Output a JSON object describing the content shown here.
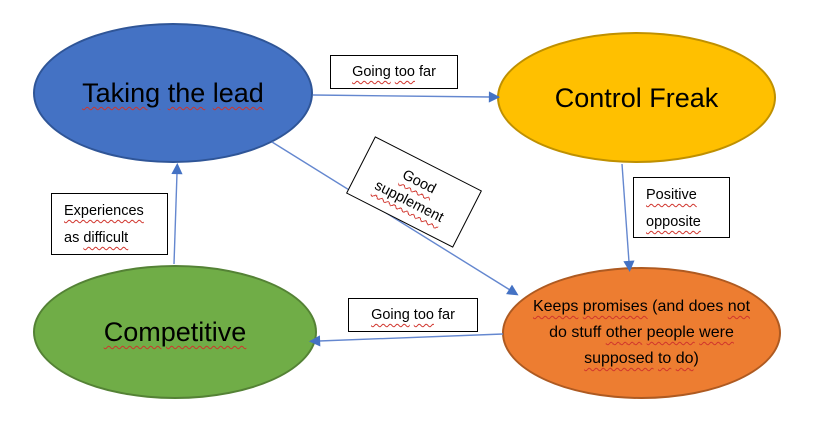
{
  "diagram": {
    "type": "concept-map",
    "background": "#ffffff",
    "nodes": [
      {
        "id": "taking-the-lead",
        "label": "Taking the lead",
        "shape": "ellipse",
        "color_role": "blue",
        "segments": [
          {
            "t": "Taking",
            "sq": true
          },
          {
            "t": " ",
            "sq": false
          },
          {
            "t": "the",
            "sq": true
          },
          {
            "t": " ",
            "sq": false
          },
          {
            "t": "lead",
            "sq": true
          }
        ]
      },
      {
        "id": "control-freak",
        "label": "Control Freak",
        "shape": "ellipse",
        "color_role": "yellow",
        "segments": [
          {
            "t": "Control Freak",
            "sq": false
          }
        ]
      },
      {
        "id": "competitive",
        "label": "Competitive",
        "shape": "ellipse",
        "color_role": "green",
        "segments": [
          {
            "t": "Competitive",
            "sq": true
          }
        ]
      },
      {
        "id": "keeps-promises",
        "label": "Keeps promises (and does not do stuff other people were supposed to do)",
        "shape": "ellipse",
        "color_role": "orange",
        "line1": [
          {
            "t": "Keeps",
            "sq": true
          },
          {
            "t": " ",
            "sq": false
          },
          {
            "t": "promises",
            "sq": true
          },
          {
            "t": " (and does ",
            "sq": false
          },
          {
            "t": "not",
            "sq": true
          }
        ],
        "line2": [
          {
            "t": "do stuff ",
            "sq": false
          },
          {
            "t": "other",
            "sq": true
          },
          {
            "t": " ",
            "sq": false
          },
          {
            "t": "people",
            "sq": true
          },
          {
            "t": " ",
            "sq": false
          },
          {
            "t": "were",
            "sq": true
          }
        ],
        "line3": [
          {
            "t": "supposed",
            "sq": true
          },
          {
            "t": " ",
            "sq": false
          },
          {
            "t": "to",
            "sq": true
          },
          {
            "t": " ",
            "sq": false
          },
          {
            "t": "do",
            "sq": true
          },
          {
            "t": ")",
            "sq": false
          }
        ]
      }
    ],
    "edges": [
      {
        "from": "taking-the-lead",
        "to": "control-freak",
        "label": "Going too far"
      },
      {
        "from": "taking-the-lead",
        "to": "keeps-promises",
        "label": "Good supplement"
      },
      {
        "from": "control-freak",
        "to": "keeps-promises",
        "label": "Positive opposite"
      },
      {
        "from": "keeps-promises",
        "to": "competitive",
        "label": "Going too far"
      },
      {
        "from": "competitive",
        "to": "taking-the-lead",
        "label": "Experiences as difficult"
      }
    ],
    "edge_labels": {
      "going_too_far_top": {
        "text": "Going too far",
        "segments": [
          {
            "t": "Going",
            "sq": true
          },
          {
            "t": " ",
            "sq": false
          },
          {
            "t": "too",
            "sq": true
          },
          {
            "t": " far",
            "sq": false
          }
        ]
      },
      "good_supplement": {
        "text": "Good supplement",
        "rotation_deg": 27,
        "line1": [
          {
            "t": "Good",
            "sq": true
          }
        ],
        "line2": [
          {
            "t": "supplement",
            "sq": true
          }
        ]
      },
      "positive_opposite": {
        "text": "Positive opposite",
        "line1": [
          {
            "t": "Positive",
            "sq": true
          }
        ],
        "line2": [
          {
            "t": "opposite",
            "sq": true
          }
        ]
      },
      "going_too_far_bottom": {
        "text": "Going too far",
        "segments": [
          {
            "t": "Going",
            "sq": true
          },
          {
            "t": " ",
            "sq": false
          },
          {
            "t": "too",
            "sq": true
          },
          {
            "t": " far",
            "sq": false
          }
        ]
      },
      "experiences_as_difficult": {
        "text": "Experiences as difficult",
        "line1": [
          {
            "t": "Experiences",
            "sq": true
          }
        ],
        "line2": [
          {
            "t": "as ",
            "sq": false
          },
          {
            "t": "difficult",
            "sq": true
          }
        ]
      }
    }
  },
  "colors": {
    "node-blue-fill": "#4472c4",
    "node-blue-border": "#2f5597",
    "node-yellow-fill": "#ffc000",
    "node-yellow-border": "#bf9000",
    "node-green-fill": "#70ad47",
    "node-green-border": "#548235",
    "node-orange-fill": "#ed7d31",
    "node-orange-border": "#ae5a21",
    "arrow-line": "#6487cf",
    "arrow-head": "#4472c4",
    "squiggle": "#d0342c",
    "label-border": "#000000",
    "text": "#000000"
  }
}
